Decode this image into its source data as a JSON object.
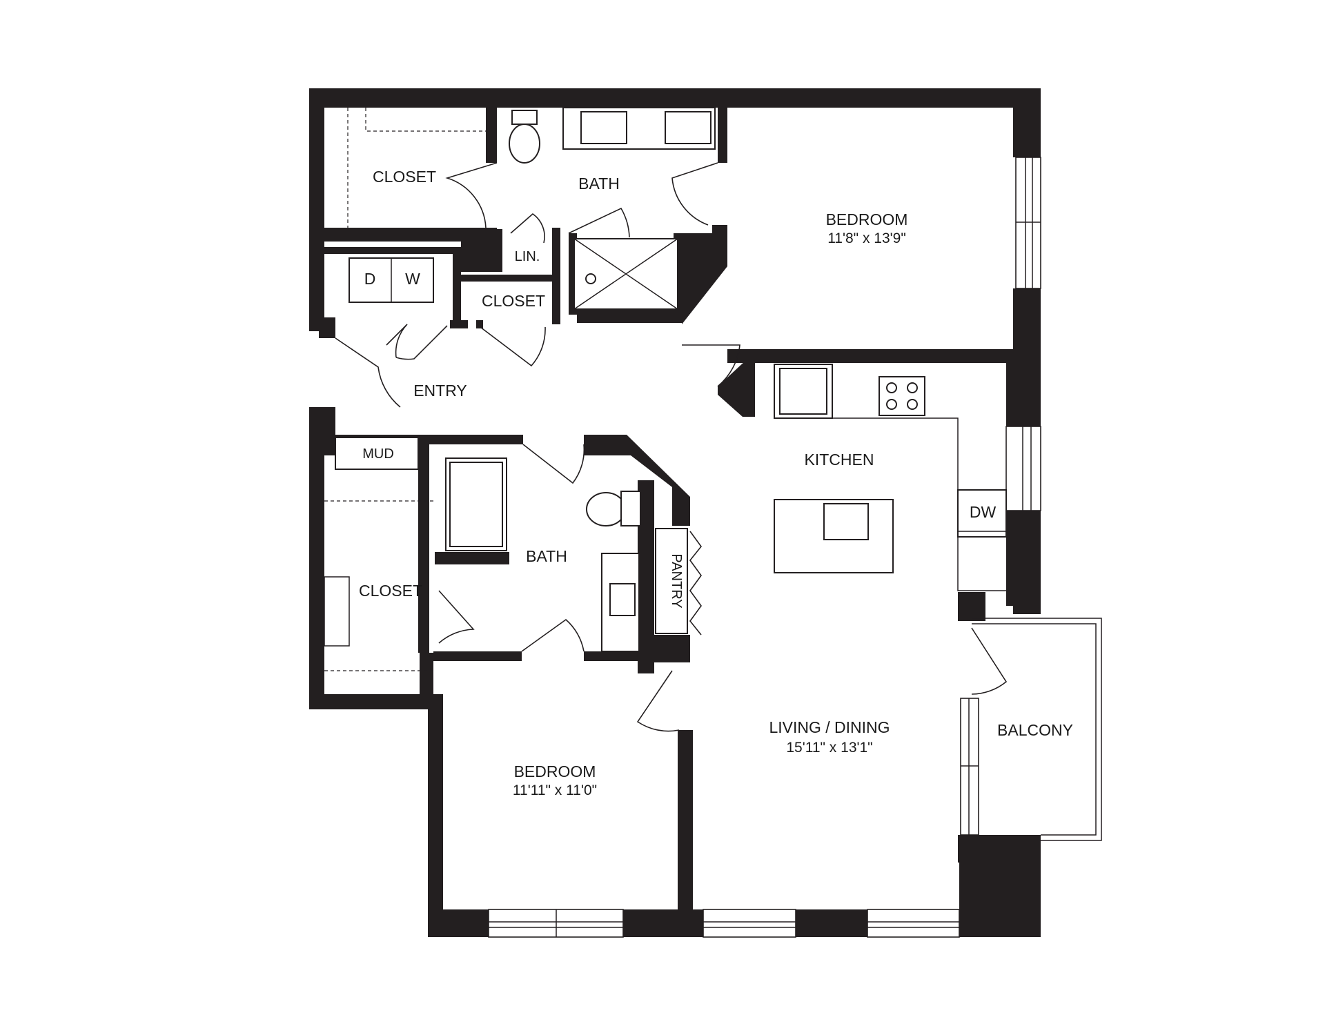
{
  "plan": {
    "rooms": {
      "closet_master": "CLOSET",
      "bath_master": "BATH",
      "bedroom_master": "BEDROOM",
      "bedroom_master_dims": "11'8\" x 13'9\"",
      "linen": "LIN.",
      "closet_hall": "CLOSET",
      "entry": "ENTRY",
      "mud": "MUD",
      "kitchen": "KITCHEN",
      "dishwasher": "DW",
      "bath_second": "BATH",
      "pantry": "PANTRY",
      "closet_second": "CLOSET",
      "living_dining": "LIVING / DINING",
      "living_dining_dims": "15'11\" x 13'1\"",
      "balcony": "BALCONY",
      "bedroom_second": "BEDROOM",
      "bedroom_second_dims": "11'11\" x 11'0\""
    },
    "appliances": {
      "dryer": "D",
      "washer": "W"
    }
  }
}
